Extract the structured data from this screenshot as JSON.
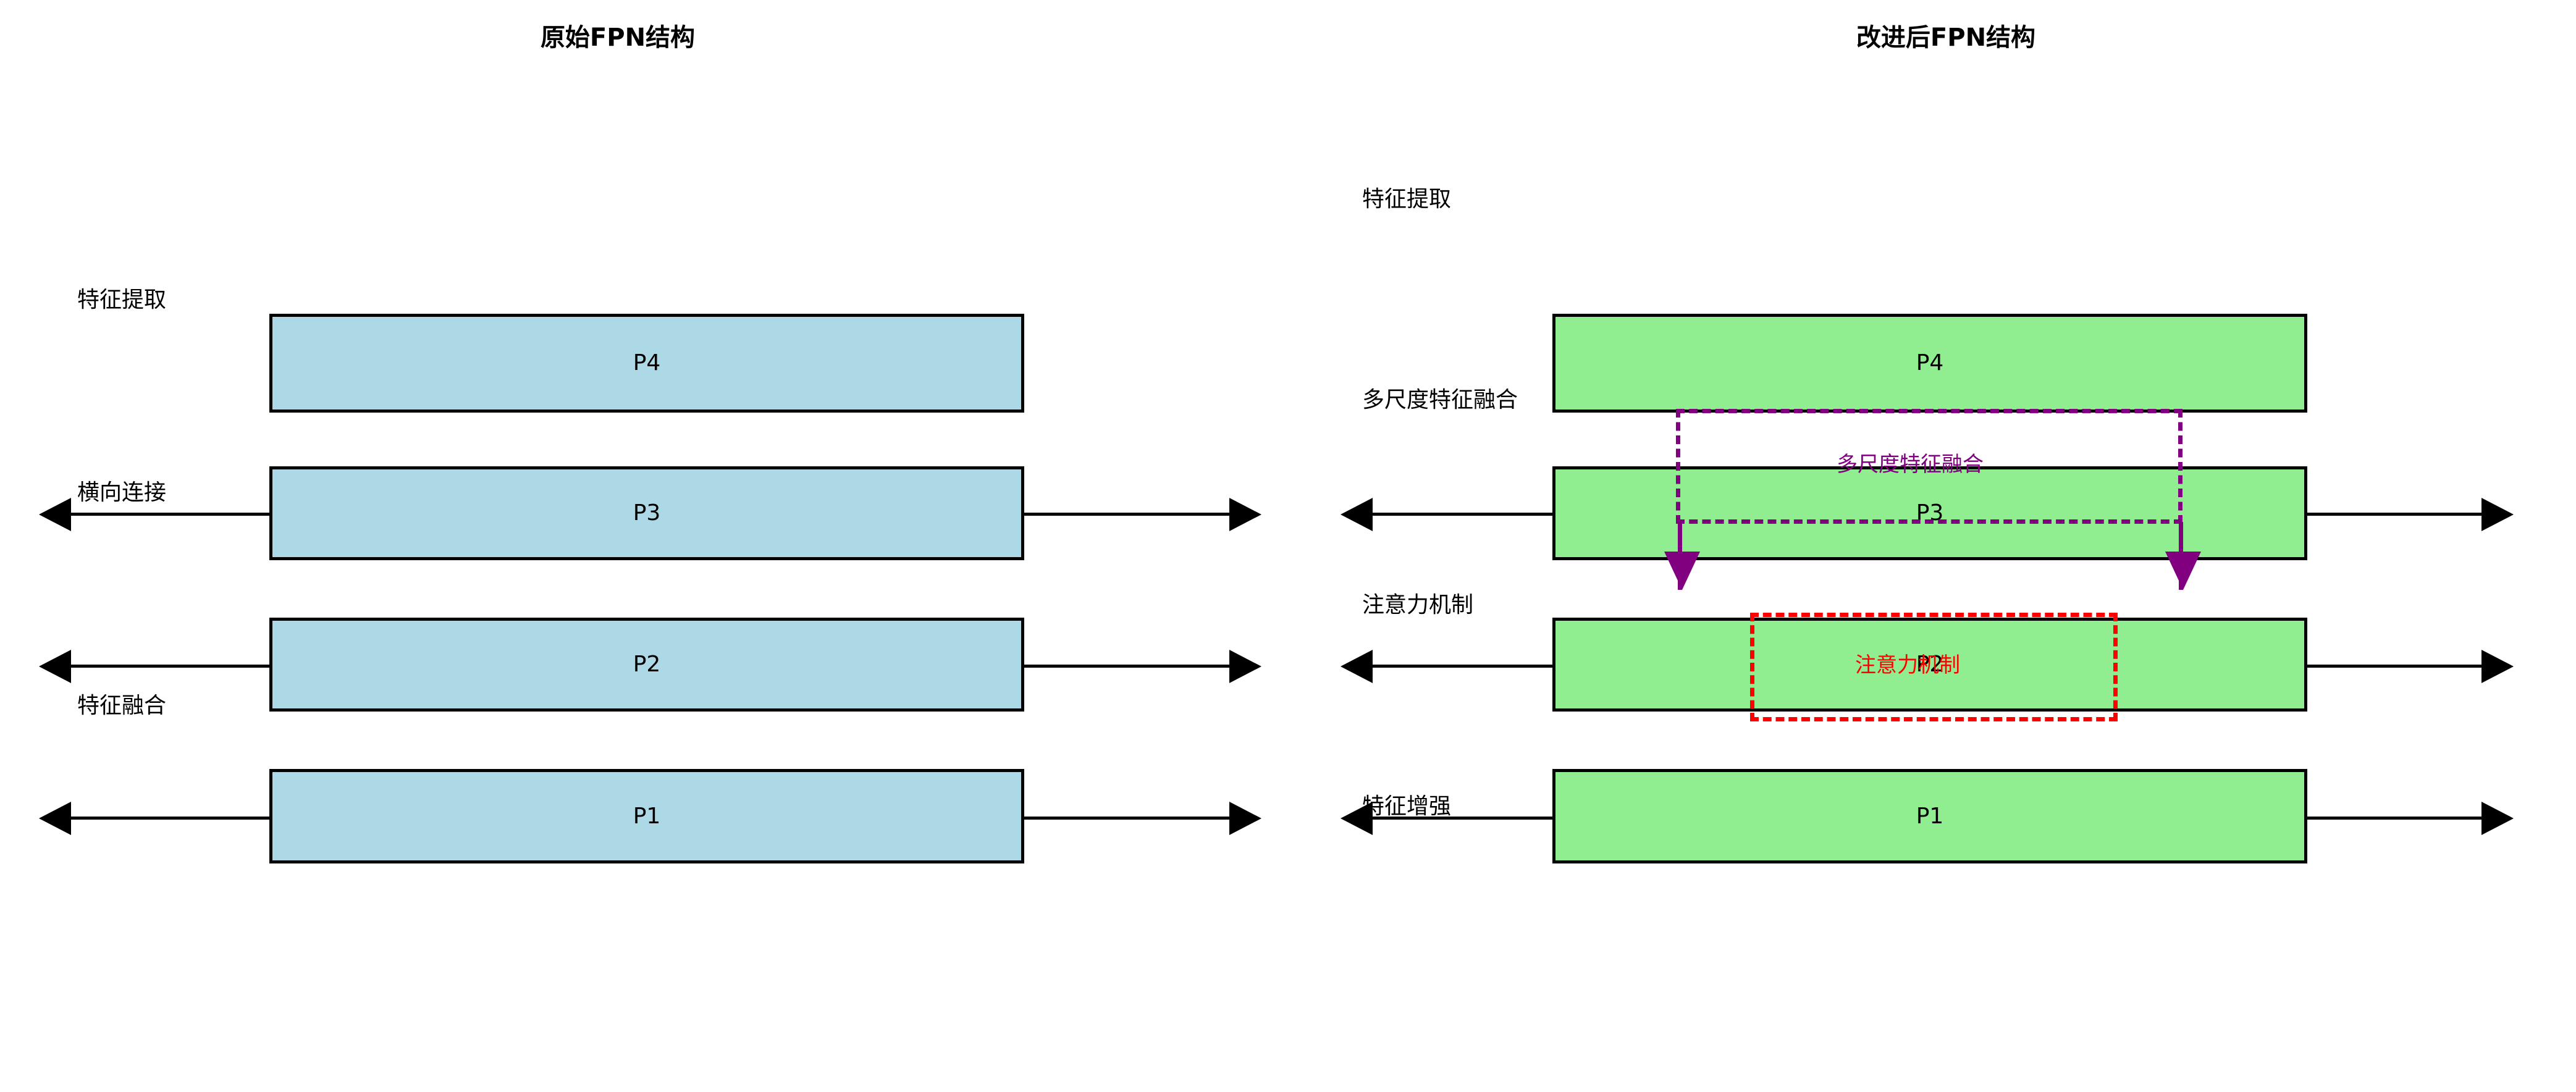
{
  "figure": {
    "left_panel": {
      "title": "原始FPN结构",
      "box_fill": "#add8e6",
      "box_border": "#000000",
      "levels": [
        {
          "label": "P4",
          "has_left_arrow": false,
          "has_right_arrow": false
        },
        {
          "label": "P3",
          "has_left_arrow": true,
          "has_right_arrow": true
        },
        {
          "label": "P2",
          "has_left_arrow": true,
          "has_right_arrow": true
        },
        {
          "label": "P1",
          "has_left_arrow": true,
          "has_right_arrow": true
        }
      ],
      "annotations": [
        {
          "name": "feature-extraction",
          "text": "特征提取"
        },
        {
          "name": "lateral-connection",
          "text": "横向连接"
        },
        {
          "name": "feature-fusion",
          "text": "特征融合"
        }
      ]
    },
    "right_panel": {
      "title": "改进后FPN结构",
      "box_fill": "#90ee90",
      "box_border": "#000000",
      "levels": [
        {
          "label": "P4",
          "has_left_arrow": false,
          "has_right_arrow": false
        },
        {
          "label": "P3",
          "has_left_arrow": true,
          "has_right_arrow": true
        },
        {
          "label": "P2",
          "has_left_arrow": true,
          "has_right_arrow": true
        },
        {
          "label": "P1",
          "has_left_arrow": true,
          "has_right_arrow": true
        }
      ],
      "annotations": [
        {
          "name": "feature-extraction",
          "text": "特征提取"
        },
        {
          "name": "multiscale-fusion",
          "text": "多尺度特征融合"
        },
        {
          "name": "attention-mechanism",
          "text": "注意力机制"
        },
        {
          "name": "feature-enhancement",
          "text": "特征增强"
        }
      ],
      "highlights": [
        {
          "name": "multiscale-fusion-region",
          "text": "多尺度特征融合",
          "color": "#800080",
          "style": "dashed"
        },
        {
          "name": "attention-region",
          "text": "注意力机制",
          "color": "#ff0000",
          "style": "dashed"
        }
      ]
    }
  }
}
